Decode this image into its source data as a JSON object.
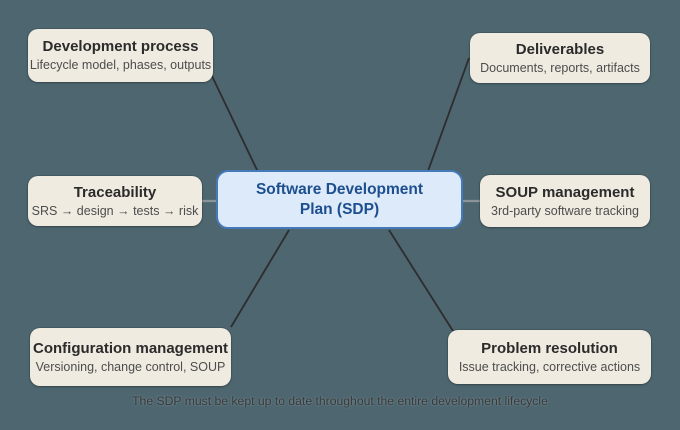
{
  "diagram": {
    "center": {
      "title": "Software Development Plan (SDP)",
      "title_lines": [
        "Software Development",
        "Plan (SDP)"
      ]
    },
    "nodes": [
      {
        "id": "development-process",
        "title": "Development process",
        "subtitle": "Lifecycle model, phases, outputs"
      },
      {
        "id": "deliverables",
        "title": "Deliverables",
        "subtitle": "Documents, reports, artifacts"
      },
      {
        "id": "traceability",
        "title": "Traceability",
        "subtitle": "SRS → design → tests → risk"
      },
      {
        "id": "soup-management",
        "title": "SOUP management",
        "subtitle": "3rd-party software tracking"
      },
      {
        "id": "configuration-management",
        "title": "Configuration management",
        "subtitle": "Versioning, change control, SOUP"
      },
      {
        "id": "problem-resolution",
        "title": "Problem resolution",
        "subtitle": "Issue tracking, corrective actions"
      }
    ],
    "caption": "The SDP must be kept up to date throughout the entire development lifecycle",
    "colors": {
      "background": "#4d6670",
      "node_fill": "#f0ebe1",
      "node_title_text": "#2b2b2b",
      "node_subtitle_text": "#4d4d4d",
      "center_fill": "#ddeafa",
      "center_border": "#4579b8",
      "center_text": "#1d4f8f",
      "connector_dark": "#2d2d2d",
      "connector_gray": "#8a9499"
    }
  }
}
